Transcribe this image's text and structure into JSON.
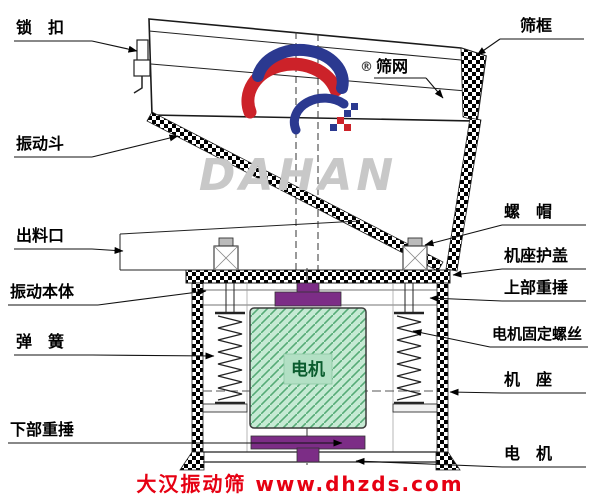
{
  "diagram": {
    "labels": {
      "lock": "锁　扣",
      "hopper": "振动斗",
      "outlet": "出料口",
      "body": "振动本体",
      "spring": "弹　簧",
      "lower_weight": "下部重捶",
      "sieve_frame": "筛框",
      "sieve_mesh": "筛网",
      "nut": "螺　帽",
      "base_cover": "机座护盖",
      "upper_weight": "上部重捶",
      "motor_screw": "电机固定螺丝",
      "base": "机　座",
      "motor": "电　机"
    },
    "motor_label": "电机",
    "watermark": {
      "brand": "DAHAN",
      "registered": "®"
    },
    "footer": "大汉振动筛 www.dhzds.com",
    "colors": {
      "footer_red": "#e60012",
      "logo_red": "#cc2229",
      "logo_blue": "#2b3990",
      "brand_gray": "#c8c8c8",
      "weight_purple": "#7c2d86",
      "motor_green_bg": "#c6ead4",
      "motor_green_line": "#56ab77",
      "motor_text_green": "#0a5c2e"
    }
  }
}
